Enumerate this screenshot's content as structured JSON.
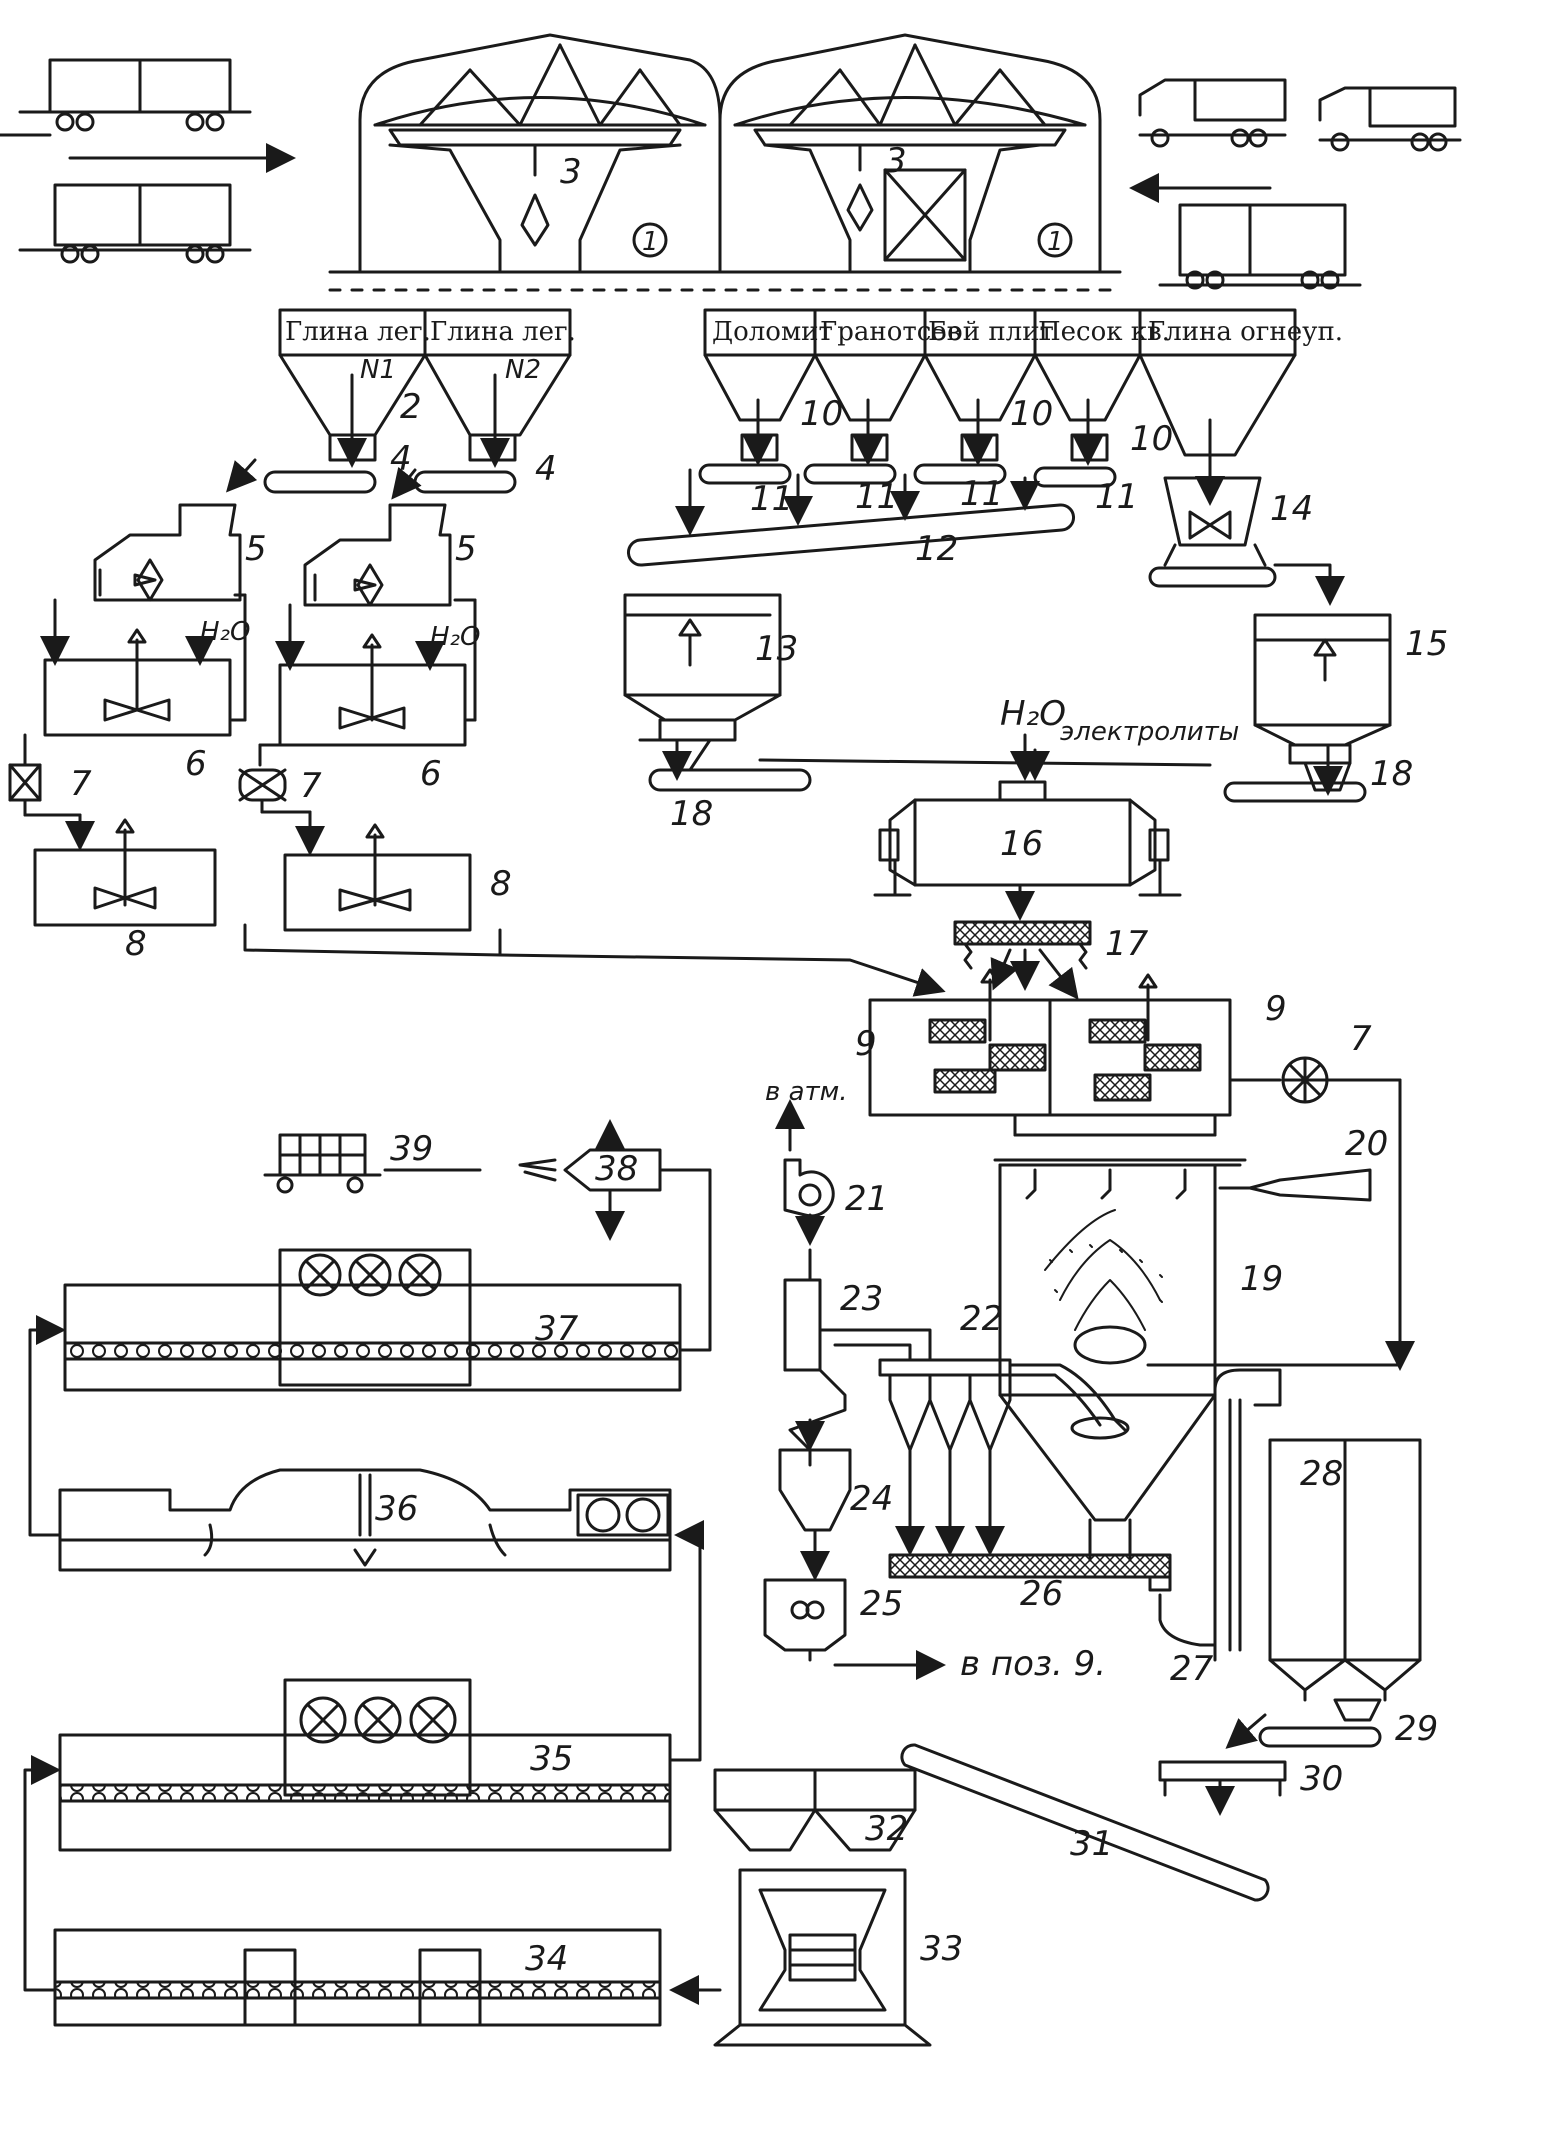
{
  "bins_left": [
    "Глина лег.",
    "Глина лег."
  ],
  "bin_numbers": [
    "N1",
    "N2"
  ],
  "bins_right": [
    "Доломит",
    "Гранотсев",
    "Бой плит",
    "Песок кв.",
    "Глина огнеуп."
  ],
  "water_label": "H₂O",
  "water_electrolyte": "H₂O",
  "electrolyte_label": "электролиты",
  "atmosphere_label": "в атм.",
  "return_label": "в поз. 9.",
  "warehouse_mark": "1",
  "numbers": {
    "n2": "2",
    "n3": "3",
    "n4": "4",
    "n5": "5",
    "n6": "6",
    "n7": "7",
    "n8": "8",
    "n9": "9",
    "n10": "10",
    "n11": "11",
    "n12": "12",
    "n13": "13",
    "n14": "14",
    "n15": "15",
    "n16": "16",
    "n17": "17",
    "n18": "18",
    "n19": "19",
    "n20": "20",
    "n21": "21",
    "n22": "22",
    "n23": "23",
    "n24": "24",
    "n25": "25",
    "n26": "26",
    "n27": "27",
    "n28": "28",
    "n29": "29",
    "n30": "30",
    "n31": "31",
    "n32": "32",
    "n33": "33",
    "n34": "34",
    "n35": "35",
    "n36": "36",
    "n37": "37",
    "n38": "38",
    "n39": "39"
  }
}
